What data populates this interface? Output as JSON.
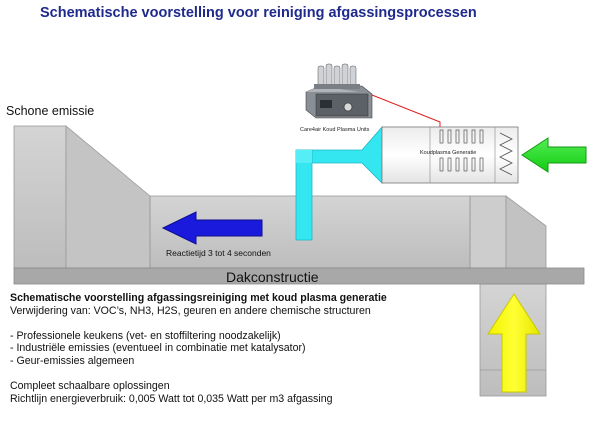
{
  "title": "Schematische voorstelling voor reiniging afgassingsprocessen",
  "labels": {
    "clean_emission": "Schone emissie",
    "unit_caption": "Care4air Koud Plasma Units",
    "generator_caption": "Koudplasma Generatie",
    "reaction_time": "Reactietijd 3 tot 4 seconden",
    "roof": "Dakconstructie"
  },
  "description": {
    "title": "Schematische voorstelling afgassingsreiniging met koud plasma generatie",
    "removal": "Verwijdering van: VOC’s, NH3, H2S, geuren en andere chemische structuren",
    "applications": [
      "- Professionele keukens (vet- en stoffiltering noodzakelijk)",
      "- Industriële emissies (eventueel in combinatie met katalysator)",
      "- Geur-emissies algemeen"
    ],
    "solutions": "Compleet schaalbare oplossingen",
    "energy": "Richtlijn energieverbruik: 0,005 Watt tot 0,035 Watt per m3 afgassing"
  },
  "colors": {
    "title": "#1f2a8c",
    "duct": "#c8c8c8",
    "roof": "#a8a8a8",
    "cyan_duct": "#33e6f0",
    "blue_arrow": "#1a1adc",
    "green_arrow": "#22dd22",
    "yellow_arrow": "#ffff00",
    "connector": "#e02020"
  }
}
